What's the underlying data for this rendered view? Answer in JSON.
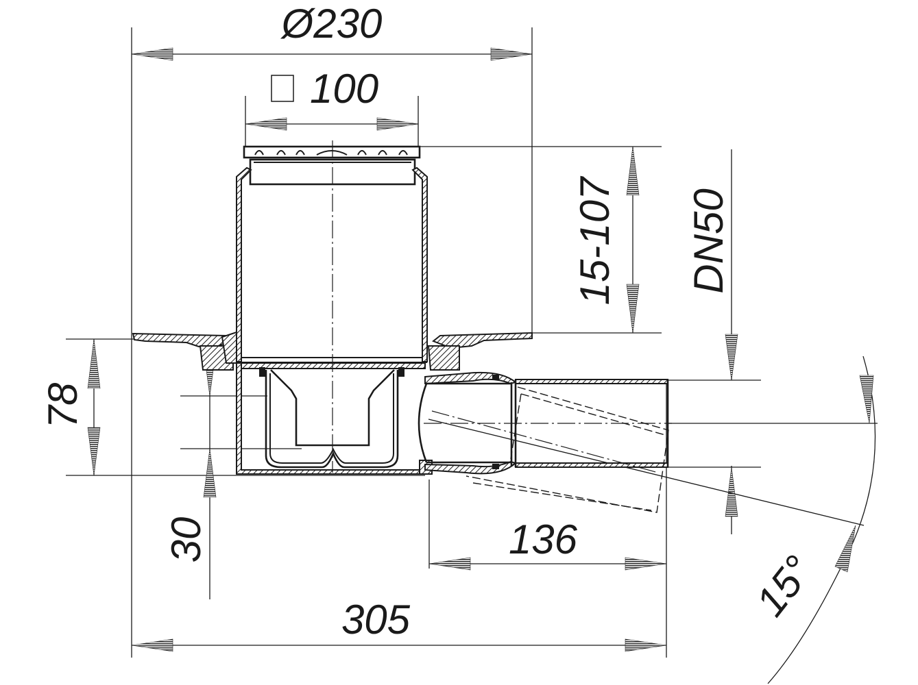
{
  "drawing": {
    "title": "Floor drain with horizontal outlet – section view",
    "line_color": "#1a1a1a",
    "background": "#ffffff"
  },
  "dimensions": {
    "outer_diameter": "Ø230",
    "grate_size": "100",
    "grate_size_symbol": "square",
    "height_adjust": "15-107",
    "outlet_nominal": "DN50",
    "body_height": "78",
    "water_seal": "30",
    "outlet_length": "136",
    "overall_length": "305",
    "outlet_angle": "15°"
  }
}
